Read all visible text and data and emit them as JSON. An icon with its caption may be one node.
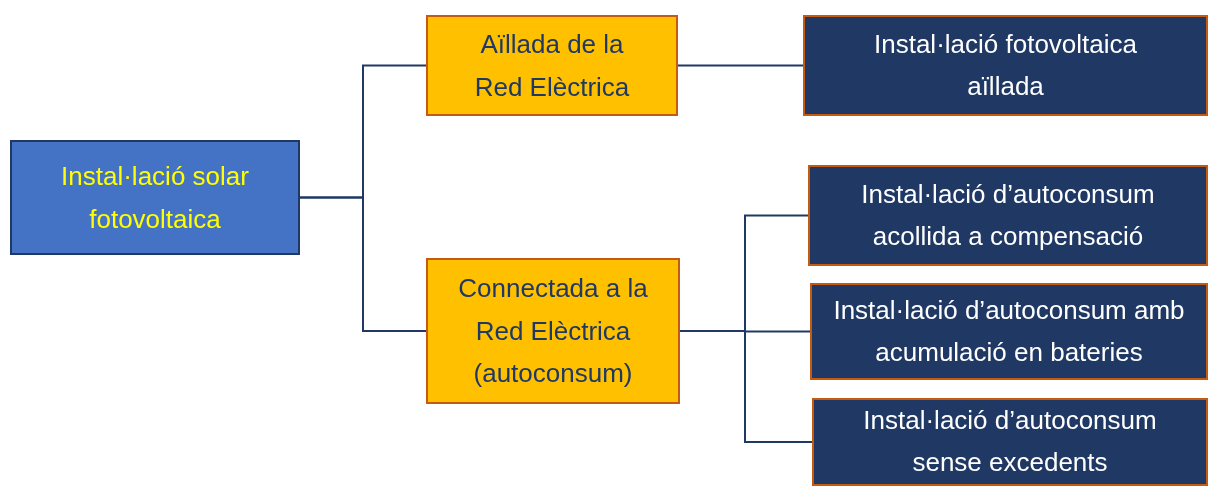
{
  "diagram": {
    "nodes": [
      {
        "text": [
          "Instal·lació solar fotovoltaica"
        ]
      },
      {
        "text": [
          "Aïllada de la Red Elèctrica"
        ]
      },
      {
        "text": [
          "Connectada a la Red Elèctrica (autoconsum)"
        ]
      },
      {
        "text": [
          "Instal·lació fotovoltaica aïllada"
        ]
      },
      {
        "text": [
          "Instal·lació d’autoconsum acollida a compensació"
        ]
      },
      {
        "text": [
          "Instal·lació d’autoconsum amb acumulació en bateries"
        ]
      },
      {
        "text": [
          "Instal·lació d’autoconsum sense excedents"
        ]
      }
    ],
    "edges": [
      {
        "from": 0,
        "to": 1,
        "arrow": "none"
      },
      {
        "from": 0,
        "to": 2,
        "arrow": "none"
      },
      {
        "from": 1,
        "to": 3,
        "arrow": "none"
      },
      {
        "from": 2,
        "to": 4,
        "arrow": "none"
      },
      {
        "from": 2,
        "to": 5,
        "arrow": "none"
      },
      {
        "from": 2,
        "to": 6,
        "arrow": "none"
      }
    ]
  }
}
